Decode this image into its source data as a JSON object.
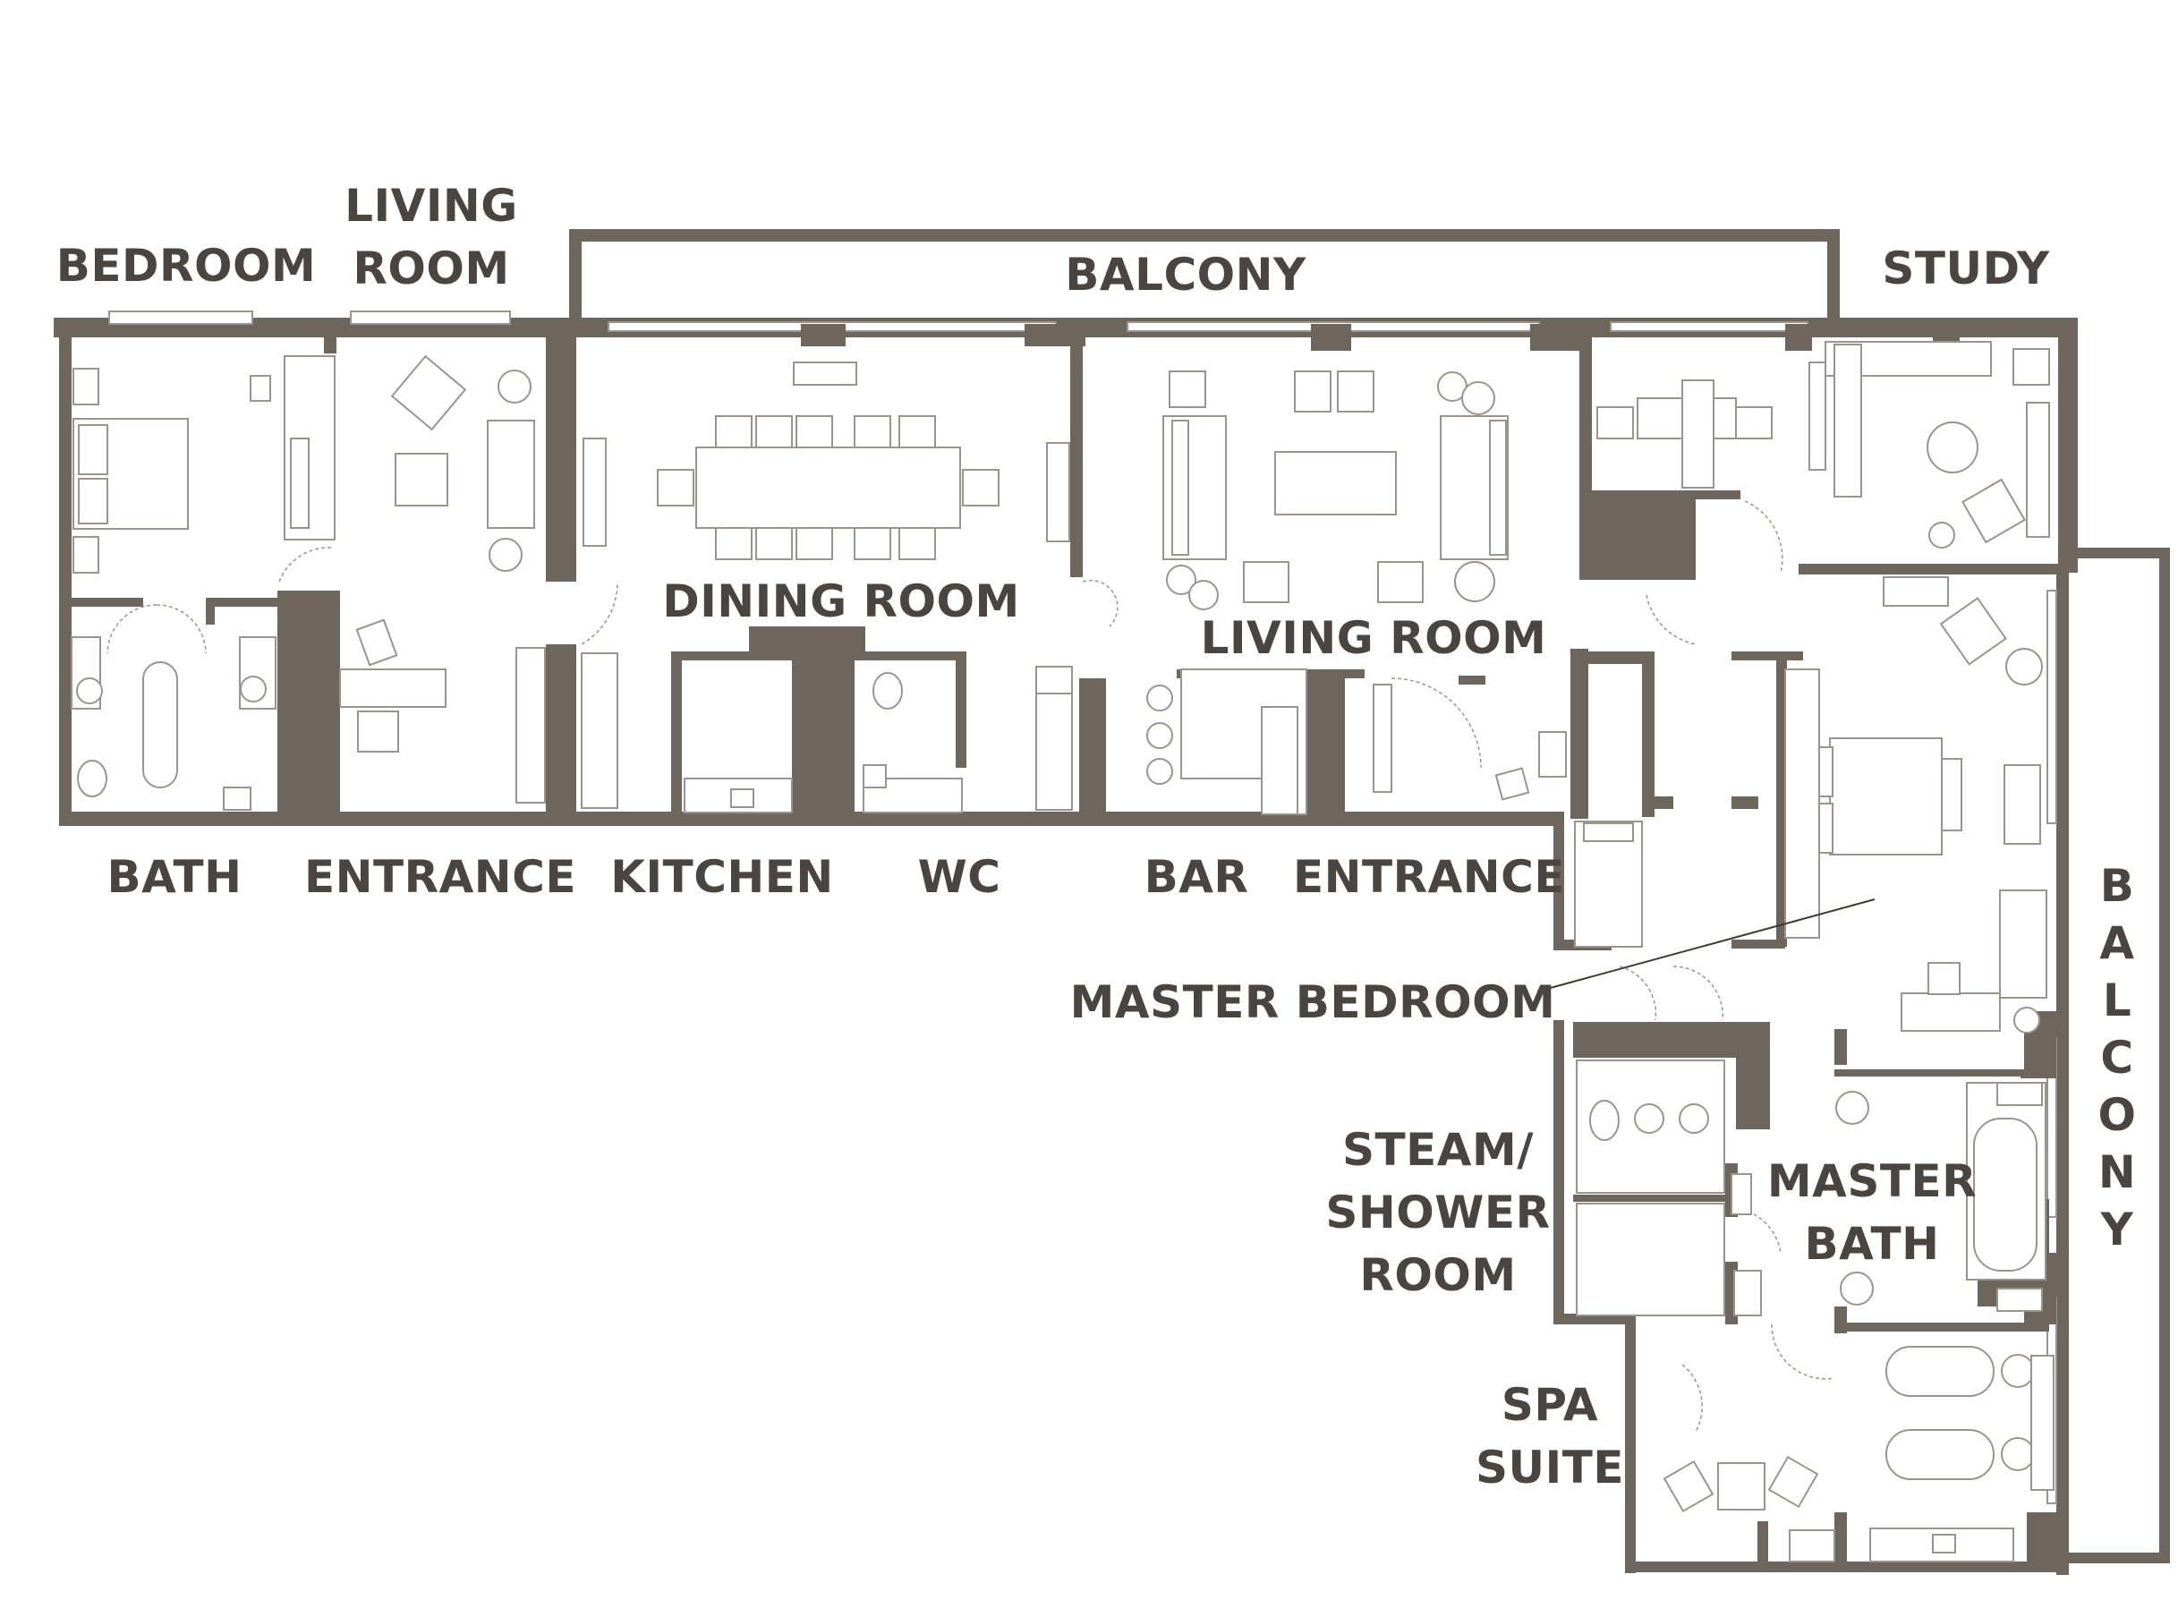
{
  "labels": {
    "bedroom": "BEDROOM",
    "living_room_left_1": "LIVING",
    "living_room_left_2": "ROOM",
    "balcony_top": "BALCONY",
    "study": "STUDY",
    "dining_room": "DINING ROOM",
    "living_room_main": "LIVING ROOM",
    "bath": "BATH",
    "entrance_left": "ENTRANCE",
    "kitchen": "KITCHEN",
    "wc": "WC",
    "bar": "BAR",
    "entrance_right": "ENTRANCE",
    "master_bedroom": "MASTER BEDROOM",
    "steam_1": "STEAM/",
    "steam_2": "SHOWER",
    "steam_3": "ROOM",
    "master_bath_1": "MASTER",
    "master_bath_2": "BATH",
    "spa_1": "SPA",
    "spa_2": "SUITE",
    "balcony_side": [
      "B",
      "A",
      "L",
      "C",
      "O",
      "N",
      "Y"
    ]
  },
  "colors": {
    "wall": "#6e665c",
    "furniture": "#9a948c",
    "label": "#4a4540",
    "background": "#ffffff"
  }
}
